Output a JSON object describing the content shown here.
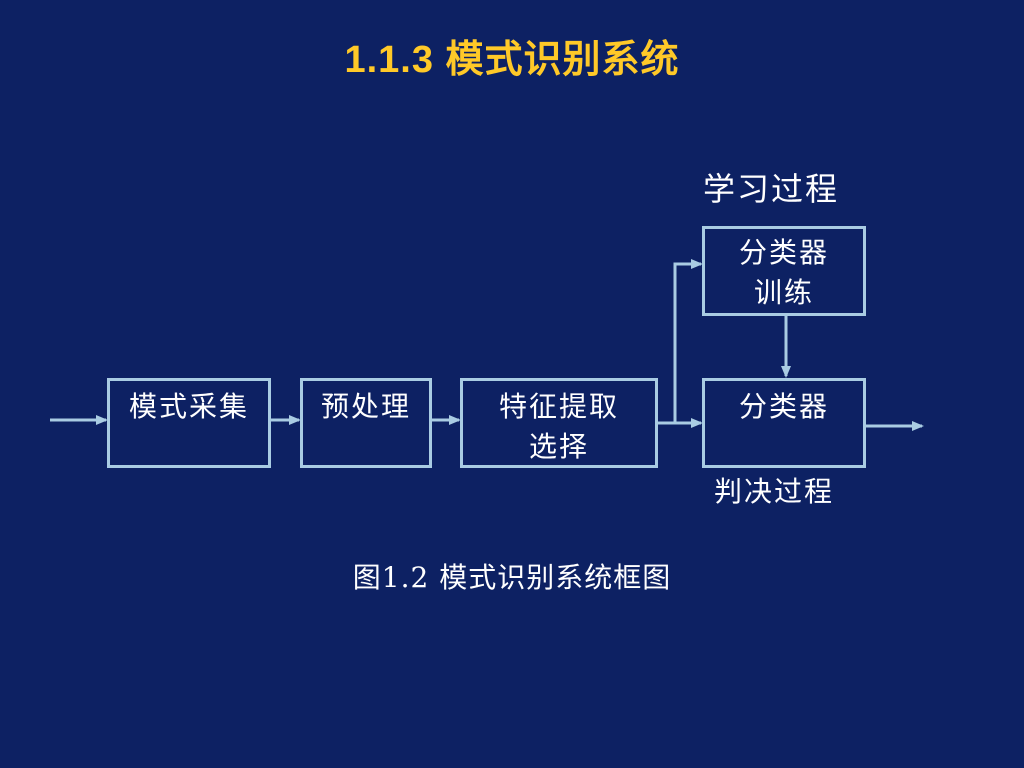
{
  "title": "1.1.3 模式识别系统",
  "diagram": {
    "boxes": {
      "collect": [
        "模式采集"
      ],
      "preprocess": [
        "预处理"
      ],
      "feature": [
        "特征提取",
        "选择"
      ],
      "train": [
        "分类器",
        "训练"
      ],
      "decide": [
        "分类器"
      ]
    },
    "labels": {
      "learning": "学习过程",
      "decision": "判决过程"
    },
    "colors": {
      "background": "#0d2163",
      "title": "#ffc928",
      "lines": "#a9cce3",
      "text": "#ffffff"
    }
  },
  "caption": "图1.2 模式识别系统框图"
}
